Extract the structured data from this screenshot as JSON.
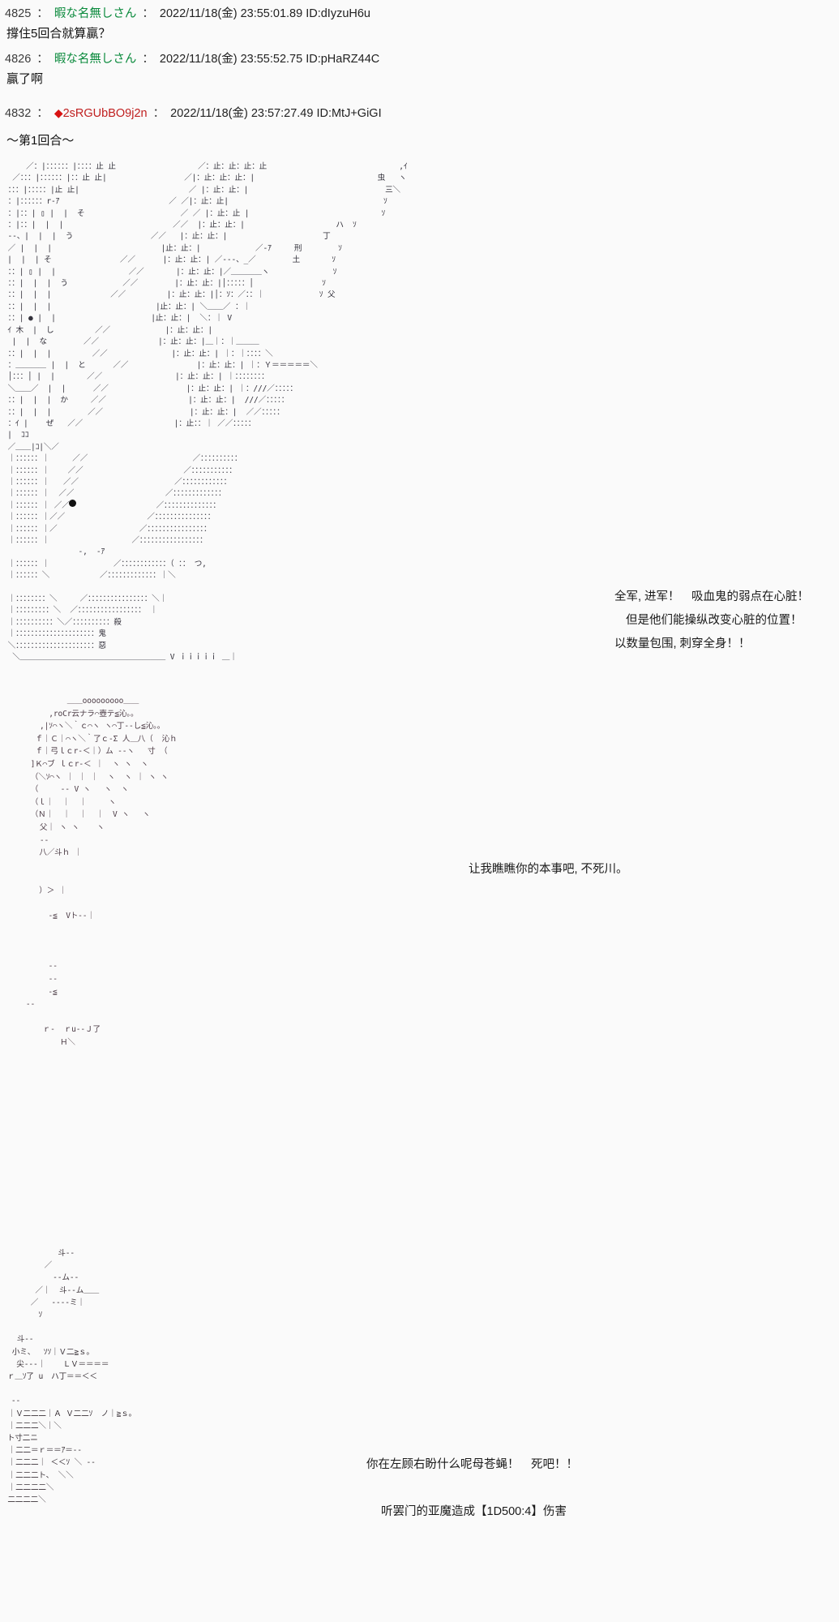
{
  "board": {
    "background_color": "#fafafa",
    "name_color": "#0a8a3c",
    "trip_color": "#c02020",
    "diamond_color": "#d81313"
  },
  "posts": [
    {
      "number": "4825",
      "name": "暇な名無しさん",
      "is_trip": false,
      "diamond": "",
      "date": "2022/11/18(金) 23:55:01.89",
      "id": "ID:dIyzuH6u",
      "body": "撐住5回合就算贏？"
    },
    {
      "number": "4826",
      "name": "暇な名無しさん",
      "is_trip": false,
      "diamond": "",
      "date": "2022/11/18(金) 23:55:52.75",
      "id": "ID:pHaRZ44C",
      "body": "贏了啊"
    },
    {
      "number": "4832",
      "name": "2sRGUbBO9j2n",
      "is_trip": true,
      "diamond": "◆",
      "date": "2022/11/18(金) 23:57:27.49",
      "id": "ID:MtJ+GiGI",
      "body": ""
    }
  ],
  "chapter_heading": "～第1回合～",
  "scenes": [
    {
      "id": "scene-1",
      "dialogue": [
        "全军, 进军！　吸血鬼的弱点在心脏！",
        "但是他们能操纵改变心脏的位置！",
        "以数量包围, 刺穿全身！！"
      ],
      "art": "     ／：|：：：：：：|：：：：止 止                  ／：止：止：止：止                             ,ｲ\n  ／：：：|：：：：：：|：：止 止|                 ／|：止：止：止：|                          ﬋／ 虫   ヽ\n ：：：|：：：：：|止 止|                        ／ |：止：止：|                              三＼\n ：|：：：：：：r‐ｱ                        ／ ／|：止：止|                                  ﬋ｿ\n ：|：：| ▯ |  |  そ                     ／ ／ |：止：止 |                             ﬋ｿ\n ：|：：|  |  |                        ／／  |：止：止：|                    ハ  ｿ\n ﬋‐‐、|  |  |  う                 ／／   |：止：止：|                     ﬋丁\n ／ ﬋|  |  |                   ／／     |：止：止：|            ／‐ｱ     刑        ﬋ｿ\n ﬋／：|  |  | そ               ／／      |：止：止：| ／‐‐‐、_／        土       ﬋ｿ﬋\n ：：| ▯ |  |                ／／       |：止：止：|／＿＿＿＿ヽ              ﬋﬋ｿ\n ：：|  |  |  う            ／／        |：止：止：|│：：：：：│               ﬋ｿ﬋\n ：：|  |  |             ／／         |：止：止：|│：ｿ：／：：｜            ﬋ｿ 父\n ：：|  |  |  ﬋           ／／          |：止：止：| ＼＿＿／ ：｜\n ：：| ● |  |  ﬋｜        ／／           |：止：止：|  ＼：｜ V﬋\n ：﬋ｲ ﬋木  |  し         ／／            |：止：止：| ﬋｜：｜\n ﬋／ ﬋|  |  な        ／／             |：止：止：|＿｜：｜＿＿＿\n ：：|  |  |         ／／              |：止：止：| ｜：｜：：：：＼\n ：＿＿＿＿ |  |  と      ／／               |：止：止：| ｜：Ｙ＝＝＝＝＝＼\n │：：：│ |  |       ／／                |：止：止：| ｜：：：：：：：：\n ＼＿＿／  |  |      ／／                 |：止：止：| ｜：///／：：：：：\n ：：|  |  |  か     ／／                  |：止：止：|  ///／：：：：：\n ：：|  |  |        ／／                   |：止：止：|  ／／：：：：：\n ：﬋ｲ ﬋|  ﬋｜  ぜ   ／／                    |：止：：｜ ／／：：：：：\n ﬋／﬋|  ｺｺ  ﬋｜     ／／                     ＼：：｜／／：：：：：\n ／＿＿|ｺ|＼／﬋｜     ／／                      ＼＿＿／：：：：：：：\n ｜：：：：：：｜     ／／                       ／：：：：：：：：：：\n ｜：：：：：：｜    ／／                      ／：：：：：：：：：：：\n ｜：：：：：：｜   ／／                     ／：：：：：：：：：：：：\n ｜：：：：：：｜  ／／                    ／：：：：：：：：：：：：：\n ｜：：：：：：｜ ／／                   ／：：：：：：：：：：：：：：\n ｜：：：：：：｜／／                  ／：：：：：：：：：：：：：：：\n ｜：：：：：：｜／                  ／：：：：：：：：：：：：：：：：\n ｜：：：：：：｜                  ／：：：：：：：：：：：：：：：：：\n ｜：：：：：：｜                ／：：：：：：：：：：：﬋‐,  ﬋‐ｱ\n ｜：：：：：：｜              ／：：：：：：：：：：：：（ ：： ﬋つ,\n ｜：：：：：：＼           ／：：：：：：：：：：：：：｜＼ ﬋｜｜\n ｜：：：：：：：＼        ／：：：：：：：：：：：：：﬋＝﬋＼＿｜\n ｜：：：：：：：：＼     ／：：：：：：：：：：：：：：：：＼｜\n ｜：：：：：：：：：＼  ／：：：：：：：：：：：：：：：：： ｜\n ｜：：：：：：：：：：＼／：：：：：：：：：：殺 ﬋｜ ﬋｜：：｜\n ｜：：：：：：：：：：：：：：：：：：：：：鬼 ﬋｜／﬋｜：：｜\n ＼：：：：：：：：：：：：：：：：：：：：：惡 ﬋｜ ﬋｜：：｜\n  ＼＿＿＿＿＿＿＿＿＿＿＿＿＿＿＿＿＿＿＿ V ｉｉｉｉｉ ＿｜"
    },
    {
      "id": "scene-2",
      "dialogue": [
        "让我瞧瞧你的本事吧, 不死川。"
      ],
      "art": "              ＿＿ooooooooo＿＿\n          ,roCr云ナラ⌒壺テ≦沁｡｡\n        ,﬋|ｿ⌒ヽ＼｀ｃ⌒ヽ ヽ⌒丁‐‐し≦沁｡｡\n       ｆ｜Ｃ｜⌒ヽ＼｀了ｃ‐Σ 人＿八（ ﬋｜ 沁ｈ\n       ｆ｜弓ｌｃr‐＜｜）ム ﬋‐‐ヽ ﬋｜ ＜﬋ 寸 ﬋（\n      ﬋]｜Ｋ⌒ブ ﬋｜ｌｃr‐＜ ｜ ﬋｜ ｀ヽ ﬋ヽ ﬋｜ ﬋ヽ\n      （＼ｿ﬋｜⌒ヽ ｜ ｜ ｜  ヽ  ヽ ｜ ﬋ヽ ﬋ヽ\n      （﬋｜  ｜  ｜ ﬋‐‐ V ﬋｀ヽ ﬋＼  ヽ  ヽ\n      （﬋｜ｌ｜  ｜  ｜﬋｜ ﬋｜ ﬋｜ ﬋｜ ﬋｜ ﬋ヽ\n      （﬋Ｎ｜  ｜  ｜  ｜ ﬋｜ V ﬋ヽ ﬋＼ ﬋＼ ﬋ヽ\n       ﬋ 父｜ ﬋ヽ ヽ ﬋｜ ﬋｜ ﬋｜ ﬋ヽ ﬋＼ ﬋＼\n        ﬋‐‐｜｜ ﬋｜ ﬋｜  ｜ ﬋｜  ｜ ﬋｜  ｜\n      ﬋ ﬋｜ ﬋八／﬋斗ｈ ｜ ﬋｜ ﬋｜ ﬋｜ ﬋｜ ﬋｜\n      ﬋｜ ﬋｜ ﬋｜ ﬋｜ ｜ ﬋｜ ﬋｜ ﬋｜ ﬋｜ ﬋｜ ﬋｜\n      ﬋｜ ﬋｜ ﬋｜ ｜ ｜ ﬋｜ ﬋｜ ﬋｜ ﬋｜ ﬋｜ ﬋｜\n      ﬋｜ ﬋｜ ｜）＞ ｜ ﬋｜ ﬋｜ ﬋｜ ﬋｜ ﬋｜ ﬋｜\n      ﬋｜ ﬋｜ ｜ ﬋｜ ｜ ﬋｜ ﬋｜ ﬋｜ ﬋｜ ﬋｜ ﬋｜\n       ﬋｜ ﬋｜ ｜ ‐＝≦ ｜ ／／：V﬋ト‐‐｜ ﬋｜ ﬋｜\n       ﬋｜ ﬋｜ ｜ ／／ ｜ ／／｜：：｜ ﬋｜ ﬋｜ ﬋｜\n        ﬋｜ ｜ ／／ ﬋｜ ／／ ｜：：｜ ﬋｜ ﬋｜ ﬋｜\n         ﬋｜／／ ﬋｜／ ﬋｜ ／ ｜：：｜ ﬋｜ ﬋｜ ﬋｜\n         ﬋｜＼ ﬋‐‐﬋｜ ﬋｜／ ﬋｜：：｜：﬋｜ ﬋｜ ﬋｜\n        ﬋｜ ﬋｜ ‐‐ ﬋｜／ ﬋｜ ﬋｜ ﬋｜：：｜ ﬋｜ ﬋｜\n       ﬋｜ ﬋｜ ｜ ﬋‐＝≦ ﬋｜ ﬋｜ ﬋｜ ﬋｜：：｜ ﬋｜\n     ﬋＝‐‐｜ ﬋｜ ﬋｜ ﬋｜ ﬋｜ ﬋｜ ﬋｜ ﬋｜ ﬋｜ ﬋｜\n    ﬋ ／／ ﬋｜ ﬋｜ ﬋｜ ﬋｜ ﬋｜ ﬋｜ ﬋｜ ﬋｜ ﬋｜ ﬋｜\n   ﬋｜ ﬋｜ ﬋｜ ﬋｜ ﬋｜ ﬋｜ ﬋ｒ‐ ﬋｜ ｒu‐‐Ｊ了 ﬋｜\n  ﬋｜ ﬋｜ ﬋｜ ﬋｜ ﬋｜ ﬋｜ ﬋｜ ｜ ﬋｜ ｜ ﬋｜ ｜Ｈ＼\n ﬋｜ ﬋｜ ﬋｜ ﬋｜ ﬋｜ ﬋｜ ﬋｜ ﬋｜ ﬋｜ ﬋｜ ﬋｜ ﬋｜\n ﬋｜ ﬋｜ ﬋｜ ﬋｜ ﬋｜ ﬋｜ ﬋｜ ﬋｜ ﬋｜ ﬋｜ ﬋｜ ﬋｜\n ﬋｜ ﬋｜ ﬋｜ ﬋｜ ﬋｜ ﬋｜ ﬋｜ ﬋｜ ﬋｜ ﬋｜ ﬋｜ ﬋｜\n  ﬋｜ ﬋｜ ﬋｜ ﬋｜ ﬋｜ ﬋｜ ﬋｜ ﬋｜ ﬋｜ ﬋｜ ﬋｜\n  ﬋｜ ﬋｜ ﬋｜ ﬋｜ ﬋｜ ﬋｜ ﬋｜ ﬋｜ ﬋｜ ﬋｜ ﬋｜\n   ﬋｜ ﬋｜ ﬋｜ ﬋｜ ﬋｜ ﬋｜ ﬋｜ ﬋｜ ﬋｜ ﬋｜\n    ﬋｜ ﬋｜ ﬋｜ ﬋｜ ﬋｜ ﬋｜ ﬋｜ ﬋｜ ﬋｜\n     ﬋｜ ﬋｜ ﬋｜ ﬋｜ ﬋｜ ﬋｜ ﬋｜ ﬋｜\n      ﬋｜ ﬋｜ ﬋｜ ﬋｜ ﬋｜ ﬋｜ ﬋｜\n       ﬋＿＿＿＿＿＿＿＿＿＿＿＿＿＿"
    },
    {
      "id": "scene-3",
      "dialogue": [
        "你在左顾右盼什么呢母苍蝇！　死吧！！"
      ],
      "roll_text": "听罢门的亚魔造成【1D500:4】伤害",
      "art": "            ﬋斗‐‐\n         ／ ﬋｜ ﬋＼\n        ／ ﬋｜｜  ﬋‐‐ム‐‐\n       ／｜ ﬋｜ ﬋斗‐‐ム＿＿\n      ／ ﬋｜／ ﬋｜ ‐‐‐‐ミ｜ ﬋＼\n     ／ ﬋｜ ﬋｜ ﬋｜＿＿＿＿ｿ ﬋＼\n    ／ ﬋｜ ﬋｜ ﬋｜ ﬋＝＝＝﬋｜ ﬋＼\n   ﬋斗‐‐﬋｜ ﬋｜ ﬋｜ ﬋｜ ﬋｜ ﬋｜ ﬋＼\n ／ ﬋｜小ミ、 ﬋｜ ﬋｜ｿｿ｜Ｖ二≧ｓ｡ ﬋｜ ﬋＼\n ／ ﬋｜ ﬋尖‐‐‐｜ ﬋｜ ﬋｜ ﬋｜ ＬＶ＝＝＝＝﬋｜\n ﬋｜＝＝＝ｒ＿ｿ了 u ﬋｜ ｜／﬋｜﬋｜ハ丁＝＝＜＜\n ﬋｜＝＝＝｜｜ ﬋｜ ﬋｜／ ﬋｜／﬋｜＝＝＝＝＝＝\n ﬋｜＝＝＝｜＼ ﬋＝‐‐﬋｜ ﬋｜ ﬋｜／＝＝＝＝＝\n ｜Ｖ二二二｜Ａ ﬋Ｖ二二ｿ ﬋｜ ﬋｜﬋ノ｜≧ｓ｡ ﬋｜\n ｜二二二＼｜＼ ﬋｜ ﬋｜ ﬋｜ ﬋｜ ﬋｜ ﬋｜ ﬋＼\n ｜＝＝＝﬋ト寸二ニ﬋｜ ﬋｜ ﬋｜ ﬋｜ ﬋｜ ﬋｜\n ｜二二＝﬋ｒ＝＝ｱ＝‐‐﬋｜ ﬋｜ ﬋｜ ﬋｜ ﬋｜\n ｜二二二｜ ＜＜ｿ ＼ ﬋‐‐﬋｜ ﬋｜ ﬋｜ ﬋｜\n ｜二二二ト、 ＼＼ ﬋｜ ﬋｜ ﬋｜ ﬋｜ ﬋｜\n ｜二二二二＼ ﬋＼ ﬋｜ ﬋｜ ﬋｜ ﬋｜ ﬋｜\n ﬋＼二二二二＼ ﬋＼ ﬋｜ ﬋｜ ﬋｜ ﬋｜"
    }
  ]
}
